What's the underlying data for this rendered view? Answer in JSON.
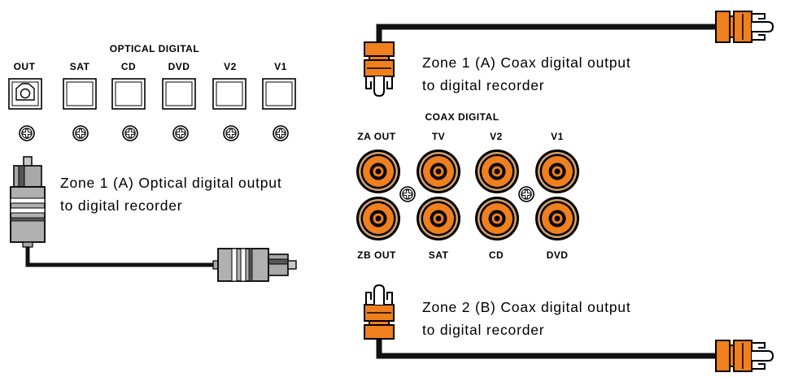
{
  "colors": {
    "connector_orange": "#F07F1E",
    "jack_ring": "#D4A26A",
    "cable": "#111111",
    "optical_plug_gray": "#A8A8A8"
  },
  "optical_panel": {
    "title": "OPTICAL DIGITAL",
    "jacks": [
      "OUT",
      "SAT",
      "CD",
      "DVD",
      "V2",
      "V1"
    ]
  },
  "coax_panel": {
    "title": "COAX DIGITAL",
    "top_row": [
      "ZA OUT",
      "TV",
      "V2",
      "V1"
    ],
    "bottom_row": [
      "ZB OUT",
      "SAT",
      "CD",
      "DVD"
    ]
  },
  "captions": {
    "optical_zone1": [
      "Zone 1 (A) Optical digital output",
      "to digital recorder"
    ],
    "coax_zone1": [
      "Zone 1 (A) Coax digital output",
      "to digital recorder"
    ],
    "coax_zone2": [
      "Zone 2 (B) Coax digital output",
      "to digital recorder"
    ]
  },
  "icons": {
    "screw": "screw-icon",
    "rca_jack": "rca-jack-icon",
    "rca_plug": "rca-plug-icon",
    "optical_plug": "optical-plug-icon"
  }
}
